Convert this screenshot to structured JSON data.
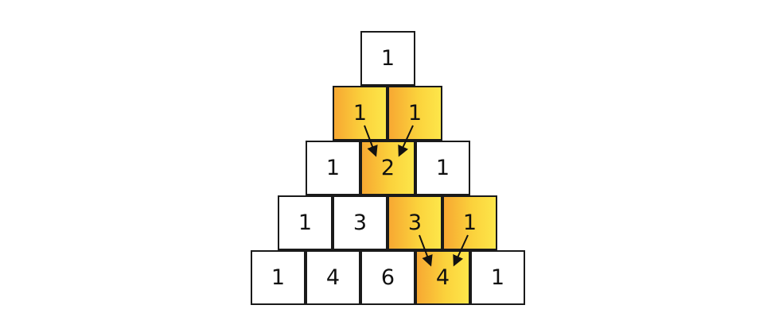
{
  "rows": [
    [
      "1"
    ],
    [
      "1",
      "1"
    ],
    [
      "1",
      "2",
      "1"
    ],
    [
      "1",
      "3",
      "3",
      "1"
    ],
    [
      "1",
      "4",
      "6",
      "4",
      "1"
    ]
  ],
  "highlighted": [
    [
      1,
      0
    ],
    [
      1,
      1
    ],
    [
      2,
      1
    ],
    [
      3,
      2
    ],
    [
      3,
      3
    ],
    [
      4,
      3
    ]
  ],
  "arrows": [
    {
      "from": [
        1,
        0
      ],
      "to": [
        2,
        1
      ]
    },
    {
      "from": [
        1,
        1
      ],
      "to": [
        2,
        1
      ]
    },
    {
      "from": [
        3,
        2
      ],
      "to": [
        4,
        3
      ]
    },
    {
      "from": [
        3,
        3
      ],
      "to": [
        4,
        3
      ]
    }
  ],
  "colors": {
    "highlight_start": "#f7a832",
    "highlight_end": "#fde64a",
    "border": "#1a1a1a",
    "arrow": "#111111"
  }
}
